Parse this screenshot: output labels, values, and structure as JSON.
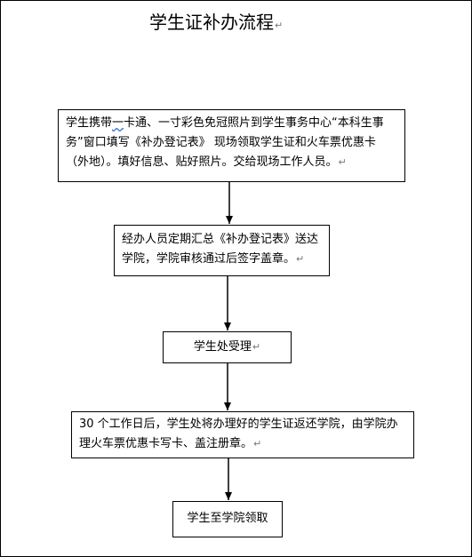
{
  "title": "学生证补办流程",
  "paragraph_mark": "↵",
  "steps": [
    {
      "prefix": "学生携带",
      "wavy_part": "一",
      "rest": "卡通、一寸彩色免冠照片到学生事务中心“本科生事务”窗口填写《补办登记表》 现场领取学生证和火车票优惠卡（外地）。填好信息、贴好照片。交给现场工作人员。"
    },
    {
      "text": "经办人员定期汇总《补办登记表》送达学院，学院审核通过后签字盖章。"
    },
    {
      "text": "学生处受理"
    },
    {
      "text": "30 个工作日后，学生处将办理好的学生证返还学院，由学院办理火车票优惠卡写卡、盖注册章。"
    },
    {
      "text": "学生至学院领取"
    }
  ]
}
